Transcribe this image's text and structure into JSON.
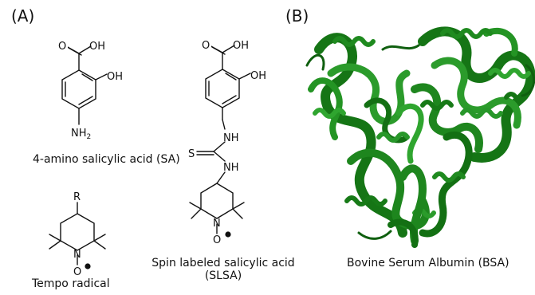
{
  "panels": {
    "a_label": "(A)",
    "b_label": "(B)"
  },
  "captions": {
    "sa": "4-amino salicylic acid (SA)",
    "tempo": "Tempo radical",
    "slsa_line1": "Spin labeled salicylic acid",
    "slsa_line2": "(SLSA)",
    "bsa": "Bovine Serum Albumin (BSA)"
  },
  "atoms": {
    "o": "O",
    "oh": "OH",
    "nh2": "NH",
    "nh2_sub": "2",
    "nh": "NH",
    "s": "S",
    "n": "N",
    "r": "R",
    "o_radical": "O"
  },
  "colors": {
    "protein_green": "#1f8a1f",
    "protein_dark": "#0f5f0f",
    "bond": "#111111"
  }
}
